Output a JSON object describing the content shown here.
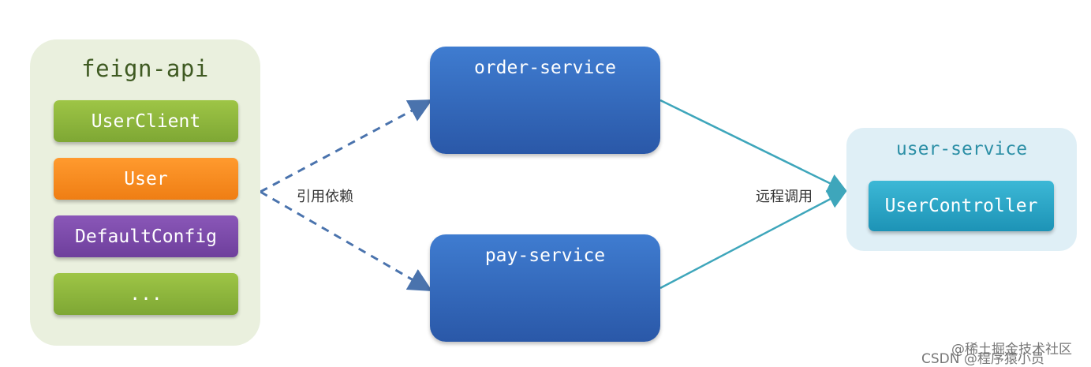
{
  "feign_api": {
    "title": "feign-api",
    "items": [
      {
        "label": "UserClient",
        "color": "#8fb83f"
      },
      {
        "label": "User",
        "color": "#f38b22"
      },
      {
        "label": "DefaultConfig",
        "color": "#7c4aab"
      },
      {
        "label": "...",
        "color": "#8fb83f"
      }
    ]
  },
  "services": {
    "order": {
      "title": "order-service"
    },
    "pay": {
      "title": "pay-service"
    }
  },
  "user_service": {
    "title": "user-service",
    "controller": "UserController"
  },
  "edges": {
    "dependency_label": "引用依赖",
    "remote_call_label": "远程调用"
  },
  "watermark": {
    "line1": "@稀土掘金技术社区",
    "line2": "CSDN @程序猿小员"
  },
  "colors": {
    "dashed_arrow": "#4a73ad",
    "solid_arrow": "#3ea6bb",
    "service_blue": "#2f67b8"
  }
}
